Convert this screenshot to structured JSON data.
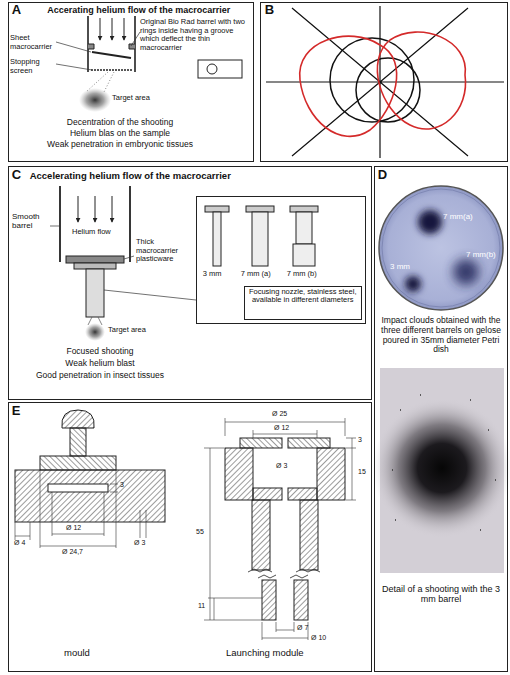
{
  "diagram": {
    "nodes": [
      {
        "text": [
          "A",
          "Accerating helium flow of the macrocarrier"
        ]
      },
      {
        "text": [
          "B"
        ]
      },
      {
        "text": [
          "C",
          "Accelerating helium flow of the macrocarrier"
        ]
      },
      {
        "text": [
          "3 mm",
          "7 mm (a)",
          "7 mm (b)"
        ],
        "in": 2
      },
      {
        "text": [
          "Focusing nozzle, stainless steel, available in different diameters"
        ],
        "in": 3
      },
      {
        "text": [
          "D"
        ]
      },
      {
        "text": [
          "E"
        ]
      }
    ],
    "labels": [
      "Sheet macrocarrier",
      "Stopping screen",
      "Original Bio Rad barrel with two rings inside having a groove which deflect the thin macrocarrier",
      "Target area",
      "Decentration of the shooting",
      "Helium blas on the sample",
      "Weak penetration in embryonic tissues",
      "Smooth barrel",
      "Helium flow",
      "Thick macrocarrier plasticware",
      "Target area",
      "Focused shooting",
      "Weak helium blast",
      "Good penetration in insect tissues",
      "7 mm(a)",
      "3 mm",
      "7 mm(b)",
      "Impact clouds obtained with the three different barrels on gelose poured in 35mm diameter Petri dish",
      "Detail of a shooting with the 3 mm barrel",
      "Ø 4",
      "Ø 12",
      "Ø 24,7",
      "Ø 3",
      "3",
      "mould",
      "Ø 25",
      "Ø 12",
      "Ø 3",
      "3",
      "15",
      "55",
      "11",
      "Ø 7",
      "Ø 10",
      "Launching module"
    ]
  }
}
